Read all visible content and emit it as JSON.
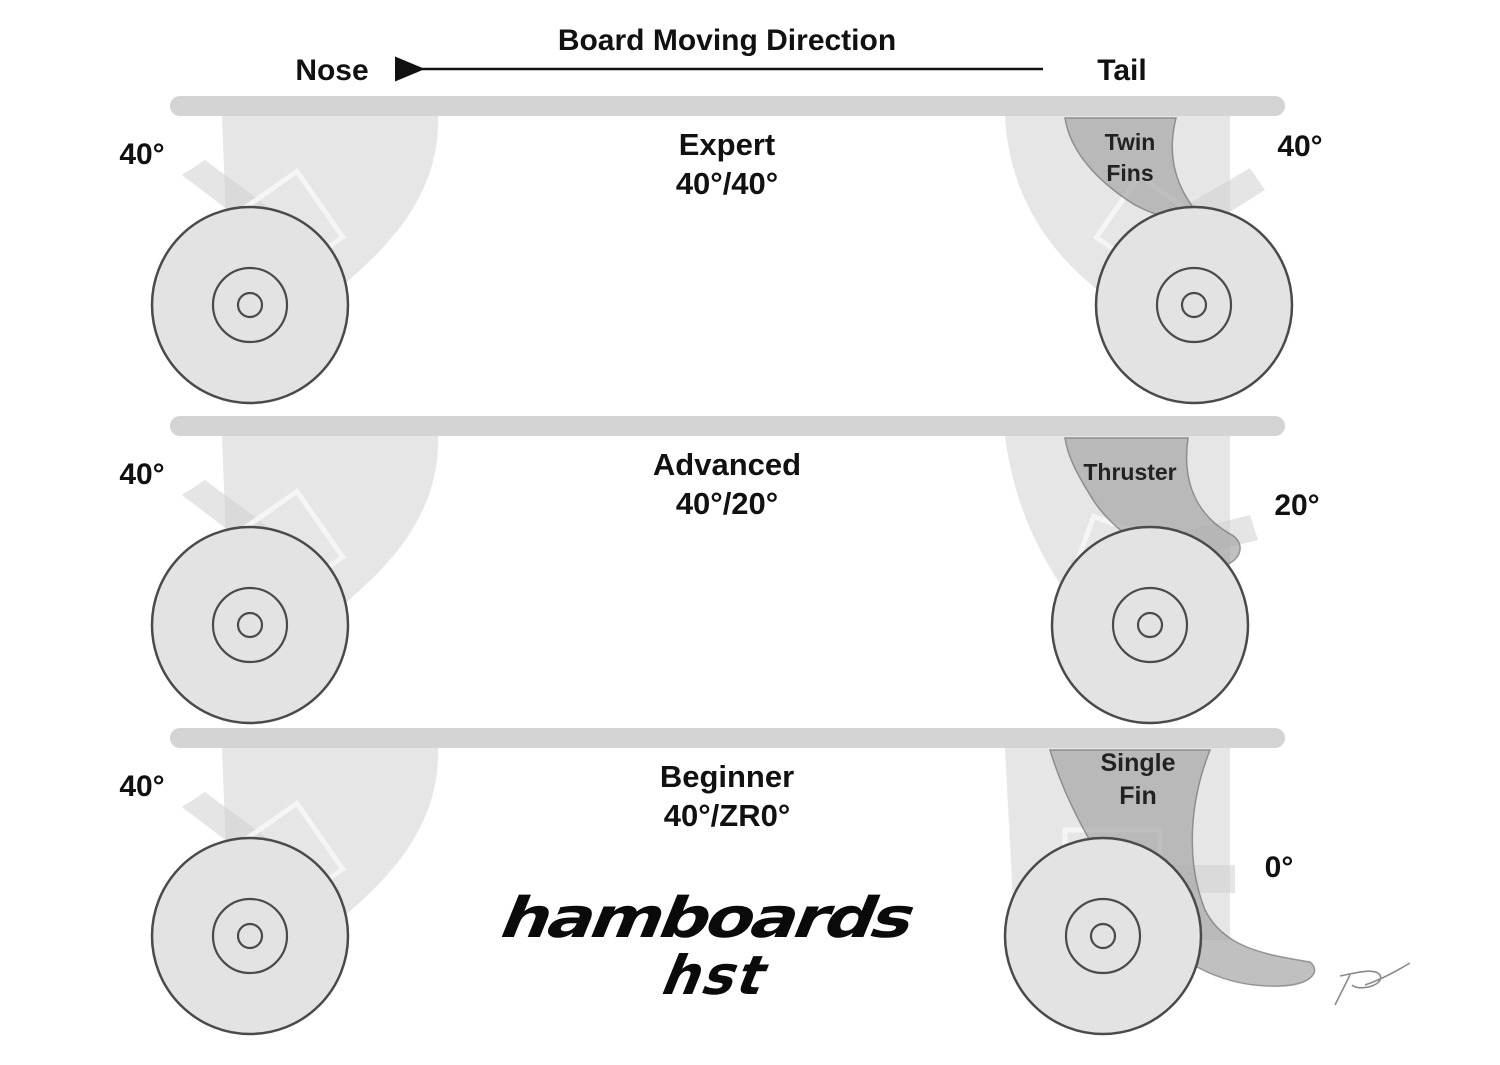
{
  "header": {
    "direction_label": "Board Moving Direction",
    "nose_label": "Nose",
    "tail_label": "Tail"
  },
  "setups": [
    {
      "level": "Expert",
      "angles": "40°/40°",
      "front_angle": "40°",
      "rear_angle": "40°",
      "fin": "Twin Fins",
      "fin_lines": [
        "Twin",
        "Fins"
      ]
    },
    {
      "level": "Advanced",
      "angles": "40°/20°",
      "front_angle": "40°",
      "rear_angle": "20°",
      "fin": "Thruster",
      "fin_lines": [
        "Thruster"
      ]
    },
    {
      "level": "Beginner",
      "angles": "40°/ZR0°",
      "front_angle": "40°",
      "rear_angle": "0°",
      "fin": "Single Fin",
      "fin_lines": [
        "Single",
        "Fin"
      ]
    }
  ],
  "logo": {
    "brand": "hamboards",
    "mark": "hst"
  },
  "colors": {
    "board": "#d4d4d4",
    "truck": "#e6e6e6",
    "fin": "#a9a9a9",
    "outline": "#4a4a4a",
    "text": "#111111"
  }
}
